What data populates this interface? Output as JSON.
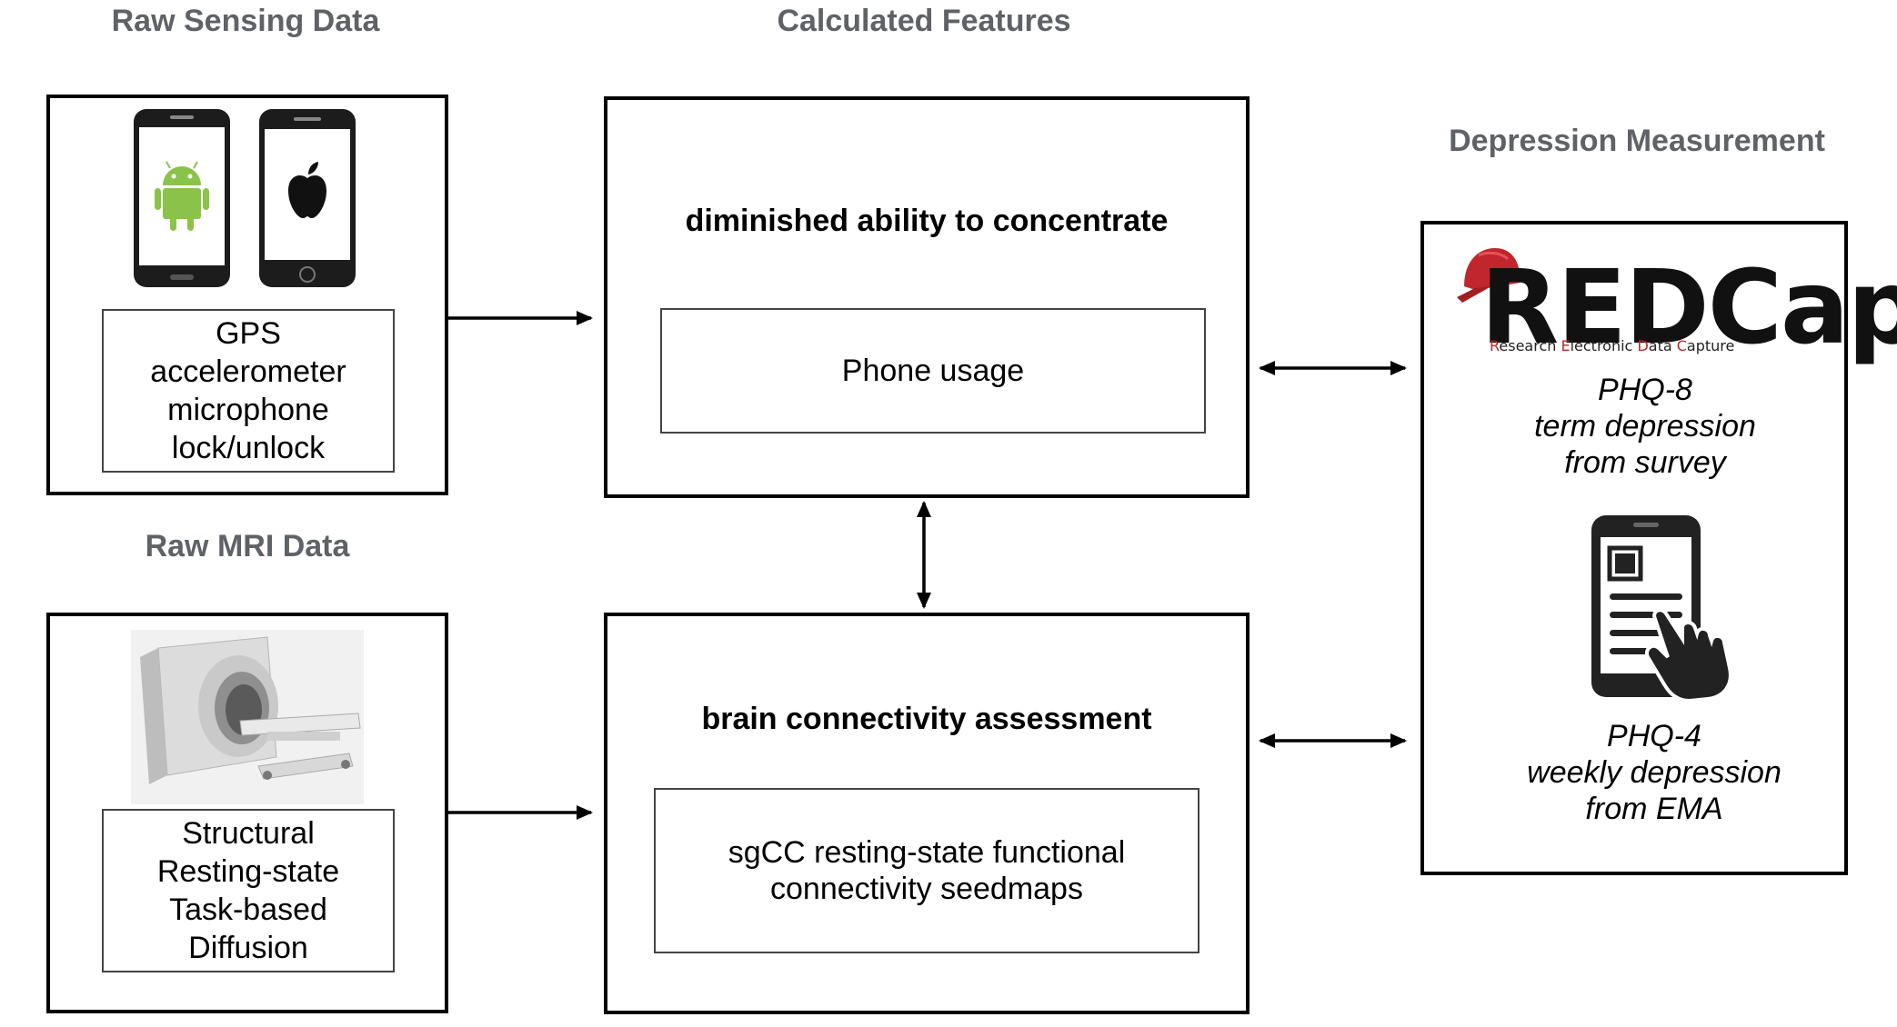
{
  "headers": {
    "raw_sensing": "Raw Sensing Data",
    "calculated": "Calculated Features",
    "raw_mri": "Raw MRI Data",
    "depression": "Depression Measurement"
  },
  "sensing": {
    "items": [
      "GPS",
      "accelerometer",
      "microphone",
      "lock/unlock"
    ]
  },
  "mri": {
    "items": [
      "Structural",
      "Resting-state",
      "Task-based",
      "Diffusion"
    ]
  },
  "feature_top": {
    "title": "diminished ability to concentrate",
    "inner": "Phone usage"
  },
  "feature_bottom": {
    "title": "brain connectivity assessment",
    "inner_line1": "sgCC resting-state functional",
    "inner_line2": "connectivity seedmaps"
  },
  "redcap": {
    "logo_word": "REDCap",
    "logo_sub_parts": [
      "R",
      "esearch ",
      "E",
      "lectronic ",
      "D",
      "ata ",
      "C",
      "apture"
    ]
  },
  "phq8": {
    "line1": "PHQ-8",
    "line2": "term depression",
    "line3": "from survey"
  },
  "phq4": {
    "line1": "PHQ-4",
    "line2": "weekly depression",
    "line3": "from EMA"
  },
  "colors": {
    "header_gray": "#5f6266",
    "android_green": "#8bc34a",
    "redcap_red": "#c0262c"
  },
  "icons": [
    "android-logo-icon",
    "apple-logo-icon",
    "mri-scanner-image",
    "redcap-cap-icon",
    "phone-tap-icon"
  ]
}
